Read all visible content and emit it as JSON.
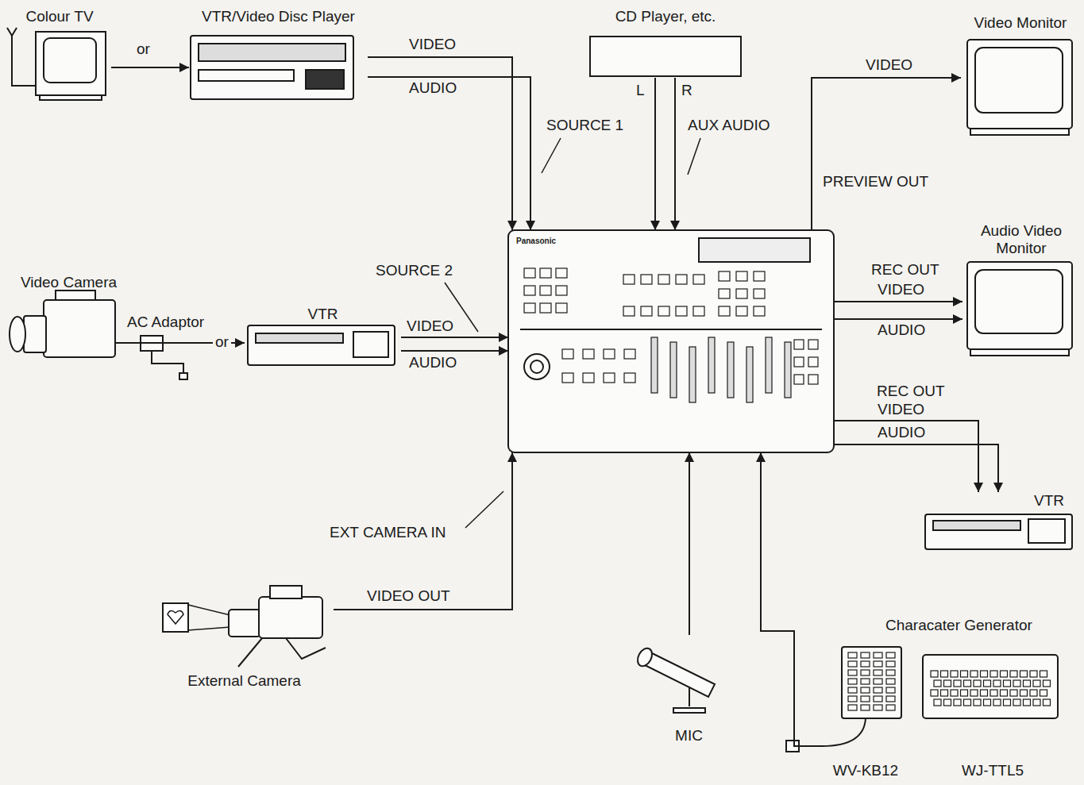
{
  "diagram": {
    "nodes": [
      {
        "text": [
          "Colour TV"
        ]
      },
      {
        "text": [
          "VTR/Video Disc Player"
        ]
      },
      {
        "text": [
          "CD Player, etc."
        ]
      },
      {
        "text": [
          "Video Monitor"
        ]
      },
      {
        "text": [
          "Video Camera"
        ]
      },
      {
        "text": [
          "VTR"
        ]
      },
      {
        "text": [
          "Panasonic"
        ]
      },
      {
        "text": [
          "Audio Video Monitor"
        ]
      },
      {
        "text": [
          "VTR"
        ]
      },
      {
        "text": [
          "External Camera"
        ]
      },
      {
        "text": [
          "MIC"
        ]
      },
      {
        "text": [
          "WV-KB12"
        ]
      },
      {
        "text": [
          "WJ-TTL5"
        ]
      }
    ],
    "edges": [
      {
        "from": 0,
        "to": 1,
        "label": "or",
        "arrow": "to"
      },
      {
        "from": 1,
        "to": 6,
        "label": "VIDEO",
        "arrow": "to"
      },
      {
        "from": 1,
        "to": 6,
        "label": "AUDIO",
        "arrow": "to"
      },
      {
        "from": 2,
        "to": 6,
        "label": "L",
        "arrow": "to"
      },
      {
        "from": 2,
        "to": 6,
        "label": "R",
        "arrow": "to"
      },
      {
        "from": 6,
        "to": 3,
        "label": "VIDEO",
        "arrow": "to"
      },
      {
        "from": 4,
        "to": 5,
        "label": "or",
        "arrow": "to"
      },
      {
        "from": 5,
        "to": 6,
        "label": "VIDEO",
        "arrow": "to"
      },
      {
        "from": 5,
        "to": 6,
        "label": "AUDIO",
        "arrow": "to"
      },
      {
        "from": 6,
        "to": 7,
        "label": "VIDEO",
        "arrow": "to"
      },
      {
        "from": 6,
        "to": 7,
        "label": "AUDIO",
        "arrow": "to"
      },
      {
        "from": 6,
        "to": 8,
        "label": "VIDEO",
        "arrow": "to"
      },
      {
        "from": 6,
        "to": 8,
        "label": "AUDIO",
        "arrow": "to"
      },
      {
        "from": 9,
        "to": 6,
        "label": "VIDEO OUT",
        "arrow": "to"
      },
      {
        "from": 10,
        "to": 6,
        "arrow": "to"
      },
      {
        "from": 11,
        "to": 6,
        "arrow": "to"
      }
    ],
    "labels": [
      "SOURCE 1",
      "AUX AUDIO",
      "PREVIEW OUT",
      "SOURCE 2",
      "AC Adaptor",
      "REC OUT",
      "REC OUT",
      "EXT CAMERA IN",
      "Characater Generator"
    ]
  }
}
